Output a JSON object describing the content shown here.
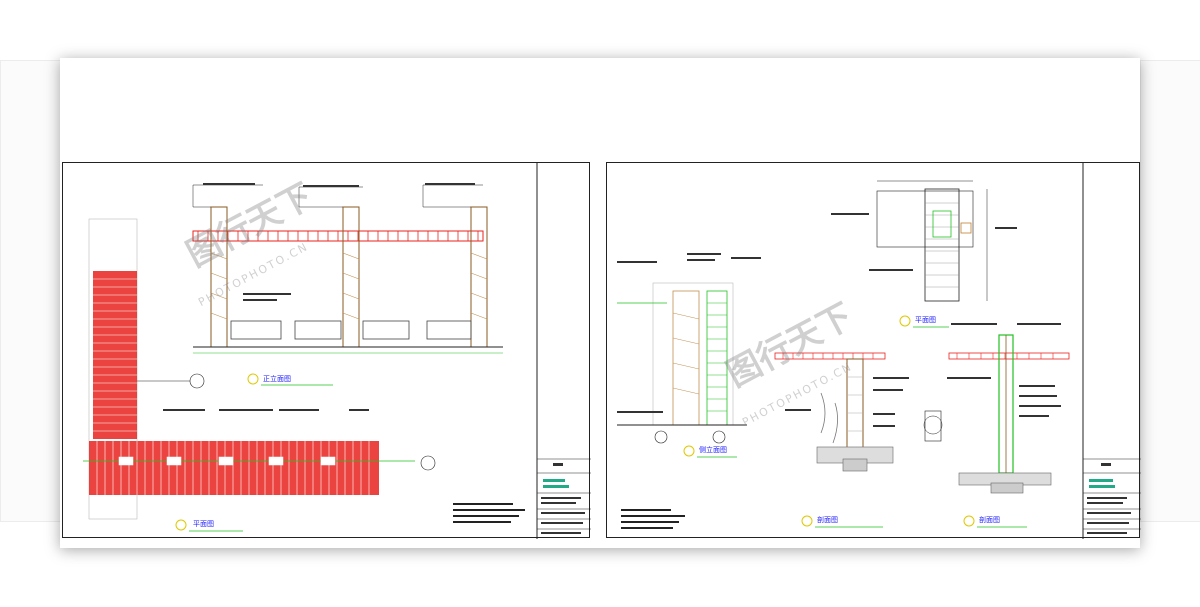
{
  "sheets": [
    {
      "views": [
        {
          "title": "正立面图"
        },
        {
          "title": "平面图"
        }
      ]
    },
    {
      "views": [
        {
          "title": "平面图"
        },
        {
          "title": "侧立面图"
        },
        {
          "title": "剖面图"
        },
        {
          "title": "剖面图"
        }
      ]
    }
  ],
  "watermark": {
    "text": "图行天下",
    "sub": "PHOTOPHOTO.CN"
  },
  "colors": {
    "red": "#e8231f",
    "green": "#22c022",
    "line": "#222222",
    "title_ring": "#e0c800"
  }
}
